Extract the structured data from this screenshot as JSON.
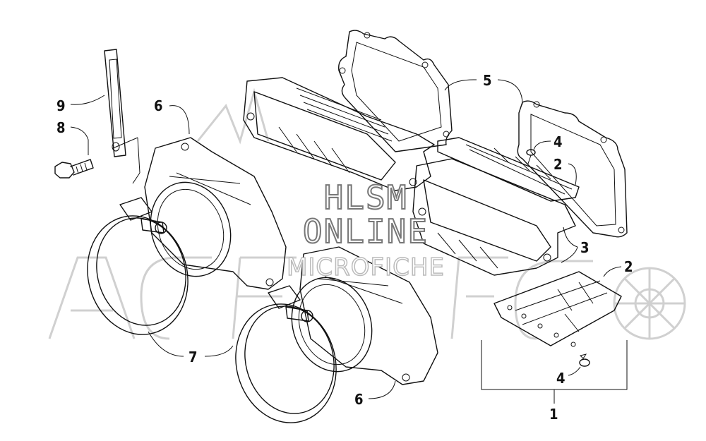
{
  "watermark": {
    "line1": "HLSM",
    "line2": "ONLINE",
    "line3": "MICROFICHE"
  },
  "callouts": {
    "c9": "9",
    "c8": "8",
    "c6_top": "6",
    "c5": "5",
    "c4_top": "4",
    "c2_top": "2",
    "c3": "3",
    "c2_right": "2",
    "c7": "7",
    "c6_bottom": "6",
    "c4_bottom": "4",
    "c1": "1"
  }
}
